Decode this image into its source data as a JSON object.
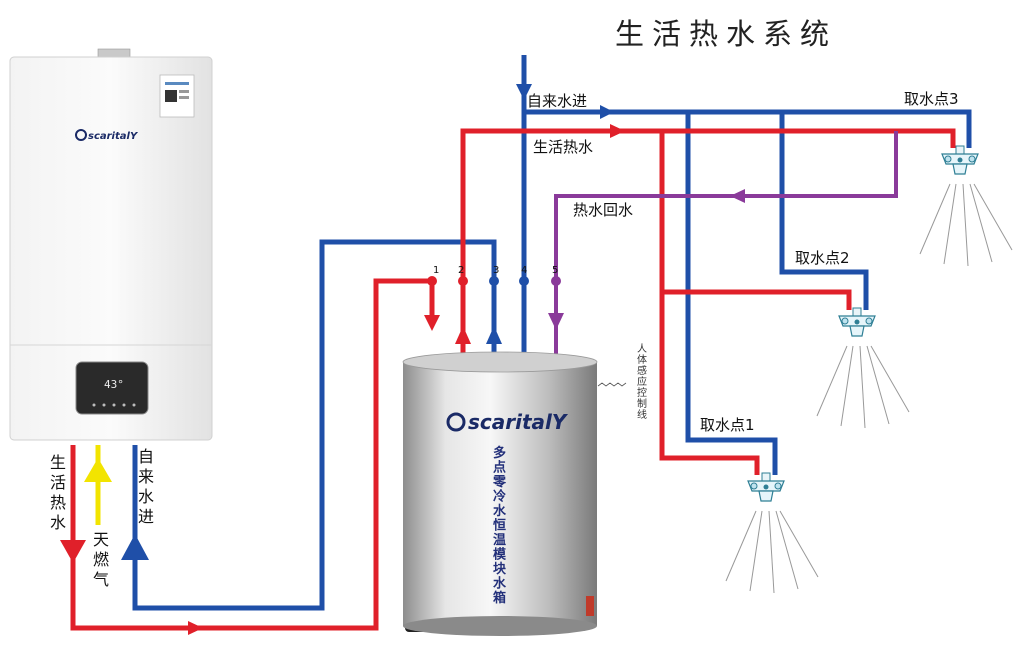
{
  "title": "生活热水系统",
  "boiler": {
    "brand": "scaritalY",
    "display_temp": "43°",
    "pipe_labels": [
      "生活热水",
      "天燃气",
      "自来水进"
    ]
  },
  "tank": {
    "brand": "scaritalY",
    "name": "多点零冷水恒温模块水箱",
    "sensor_label": "人体感应控制线",
    "ports": [
      "1",
      "2",
      "3",
      "4",
      "5"
    ]
  },
  "lines": {
    "cold_inlet": "自来水进",
    "hot_supply": "生活热水",
    "hot_return": "热水回水"
  },
  "taps": [
    "取水点1",
    "取水点2",
    "取水点3"
  ],
  "colors": {
    "hot": "#e0202a",
    "cold": "#1f4fa8",
    "return": "#8a3a9a",
    "gas": "#f2e400"
  }
}
